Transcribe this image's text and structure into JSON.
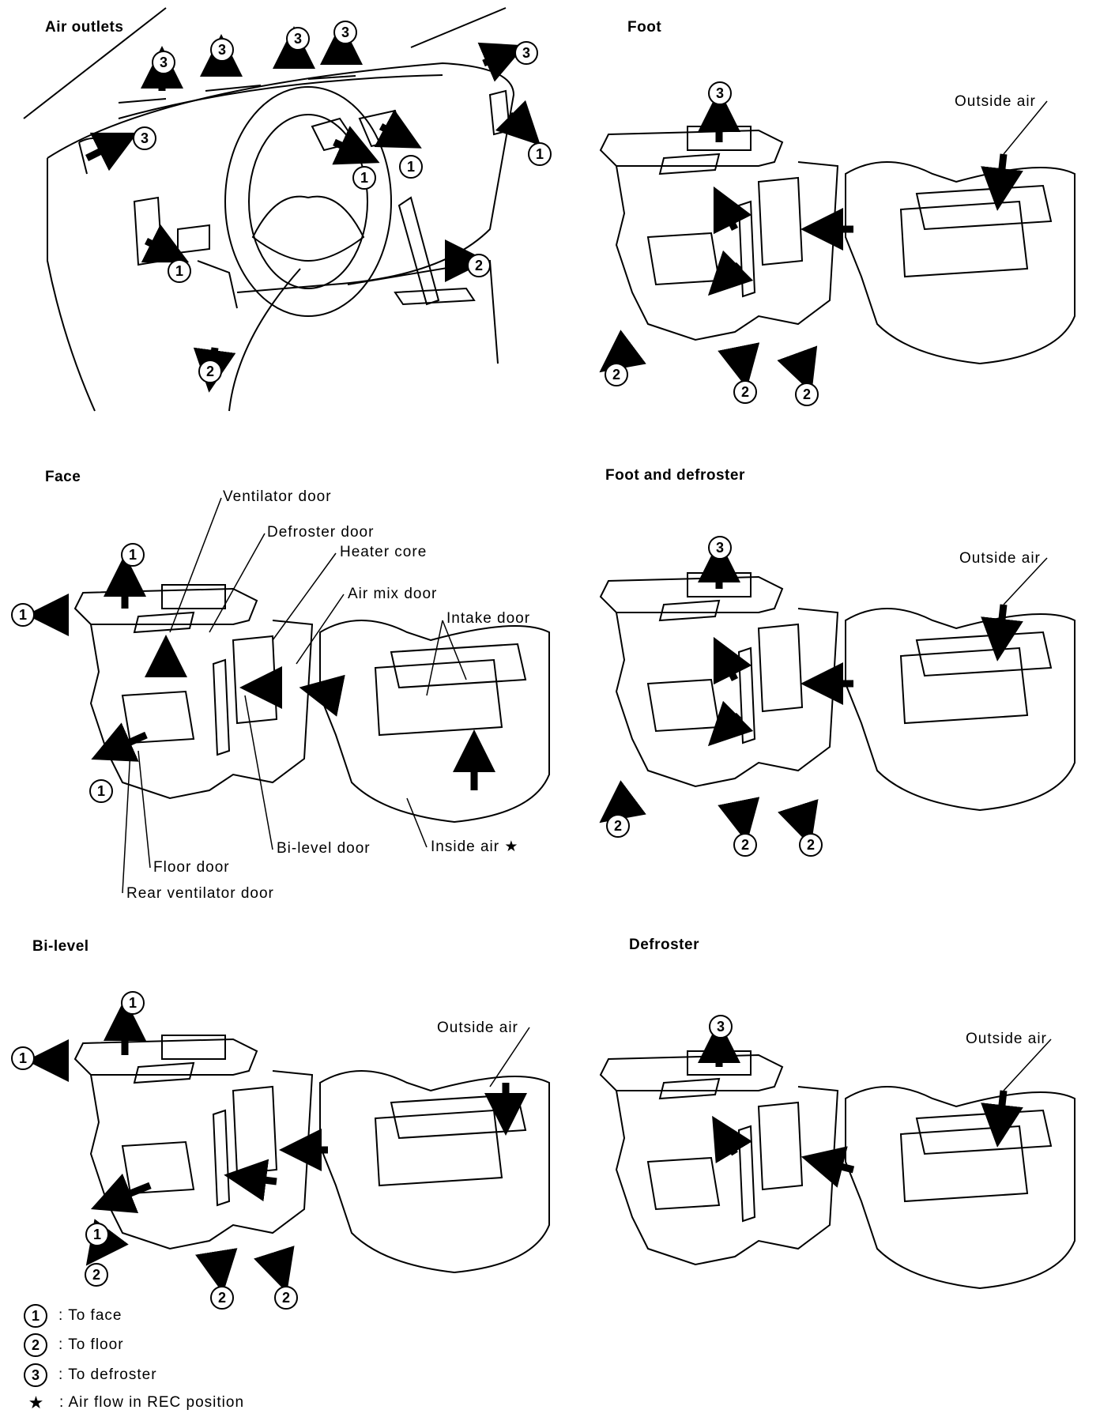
{
  "panels": {
    "air_outlets": {
      "title": "Air outlets"
    },
    "foot": {
      "title": "Foot",
      "outside_air": "Outside air"
    },
    "face": {
      "title": "Face",
      "labels": {
        "ventilator_door": "Ventilator door",
        "defroster_door": "Defroster door",
        "heater_core": "Heater core",
        "air_mix_door": "Air mix door",
        "intake_door": "Intake door",
        "bi_level_door": "Bi-level door",
        "inside_air": "Inside air",
        "floor_door": "Floor door",
        "rear_ventilator_door": "Rear ventilator door"
      }
    },
    "foot_and_defroster": {
      "title": "Foot and defroster",
      "outside_air": "Outside air"
    },
    "bi_level": {
      "title": "Bi-level",
      "outside_air": "Outside air"
    },
    "defroster": {
      "title": "Defroster",
      "outside_air": "Outside air"
    }
  },
  "markers": {
    "m1": "1",
    "m2": "2",
    "m3": "3",
    "star": "★"
  },
  "legend": [
    {
      "symbol": "1",
      "text": ": To face"
    },
    {
      "symbol": "2",
      "text": ": To floor"
    },
    {
      "symbol": "3",
      "text": ": To defroster"
    },
    {
      "symbol": "★",
      "text": ": Air flow in REC position"
    }
  ]
}
